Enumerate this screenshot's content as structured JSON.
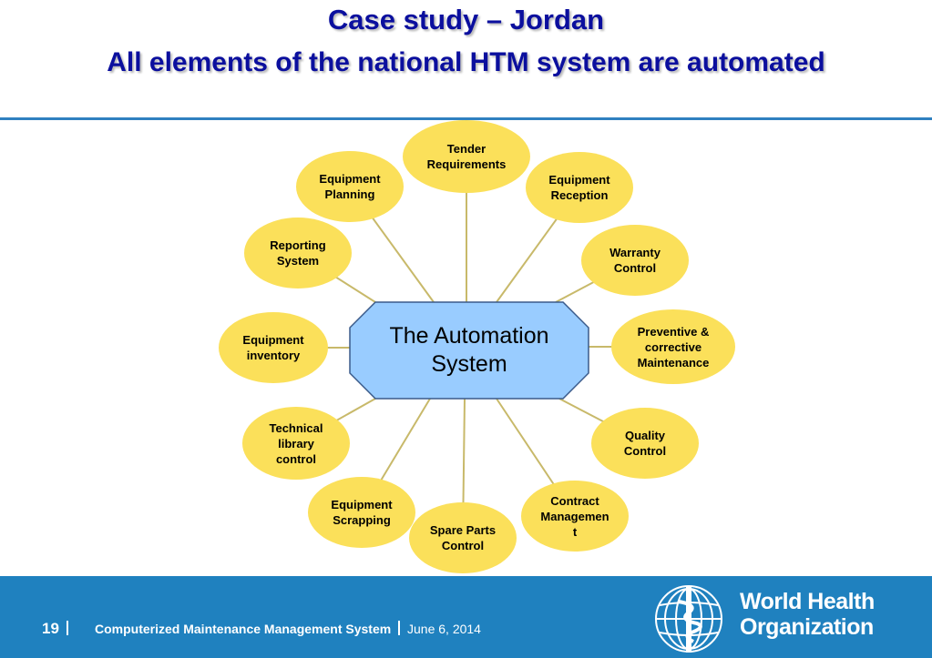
{
  "title": {
    "line1": "Case study – Jordan",
    "line2": "All elements of the national HTM system are automated"
  },
  "diagram": {
    "center": "The Automation\nSystem",
    "nodes": [
      "Tender\nRequirements",
      "Equipment\nReception",
      "Warranty\nControl",
      "Preventive &\ncorrective\nMaintenance",
      "Quality\nControl",
      "Contract\nManagemen\nt",
      "Spare Parts\nControl",
      "Equipment\nScrapping",
      "Technical\nlibrary\ncontrol",
      "Equipment\ninventory",
      "Reporting\nSystem",
      "Equipment\nPlanning"
    ]
  },
  "footer": {
    "page_number": "19",
    "presentation_title": "Computerized Maintenance Management System",
    "date": "June 6, 2014",
    "org_name_line1": "World Health",
    "org_name_line2": "Organization"
  },
  "colors": {
    "title": "#0b0f9e",
    "node_fill": "#fbe05a",
    "center_fill": "#99ccff",
    "center_stroke": "#3a5a8a",
    "connector": "#c8b96a",
    "footer_bg": "#1f81bf",
    "rule": "#2f80c0"
  },
  "icons": [
    "who-emblem-icon"
  ]
}
